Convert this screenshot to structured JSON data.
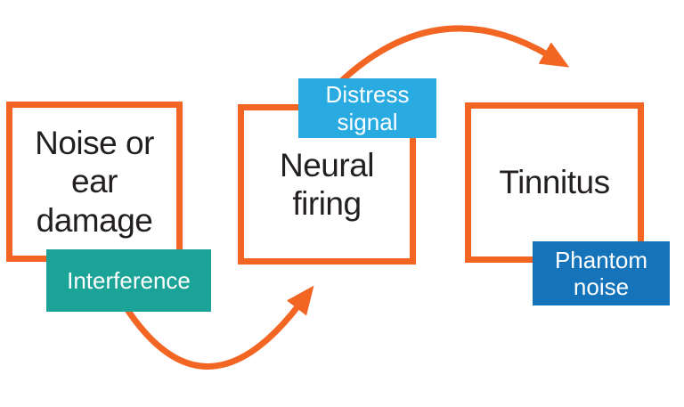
{
  "colors": {
    "orange": "#F26522",
    "teal": "#1AA396",
    "light_blue": "#29ABE2",
    "dark_blue": "#1473B9",
    "text_dark": "#231F20",
    "text_light": "#FFFFFF"
  },
  "diagram": {
    "stages": [
      {
        "box_label": "Noise or ear damage",
        "lines": [
          "Noise or",
          "ear",
          "damage"
        ],
        "tag": {
          "label": "Interference",
          "lines": [
            "Interference"
          ],
          "color": "#1AA396"
        }
      },
      {
        "box_label": "Neural firing",
        "lines": [
          "Neural",
          "firing"
        ],
        "tag": {
          "label": "Distress signal",
          "lines": [
            "Distress",
            "signal"
          ],
          "color": "#29ABE2"
        }
      },
      {
        "box_label": "Tinnitus",
        "lines": [
          "Tinnitus"
        ],
        "tag": {
          "label": "Phantom noise",
          "lines": [
            "Phantom",
            "noise"
          ],
          "color": "#1473B9"
        }
      }
    ],
    "arrows": [
      {
        "from": "Interference",
        "to": "Neural firing",
        "shape": "curved-arrow-up-right",
        "color": "#F26522"
      },
      {
        "from": "Distress signal",
        "to": "Tinnitus",
        "shape": "curved-arrow-down-right",
        "color": "#F26522"
      }
    ]
  }
}
